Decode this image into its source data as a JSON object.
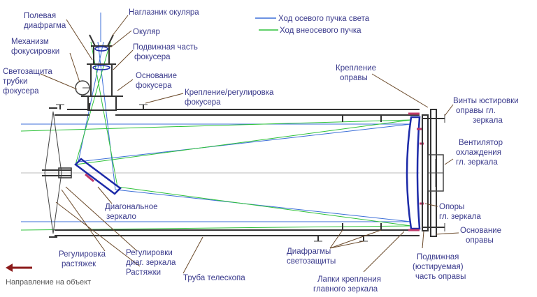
{
  "colors": {
    "axial_ray": "#3c6fd8",
    "offaxis_ray": "#2fc23a",
    "mirror": "#1c2aa8",
    "mirror_back": "#c03a6a",
    "arrow": "#8b1a1a",
    "leader": "#6b4a2a",
    "label": "#3a3a8c"
  },
  "legend": {
    "axial": "Ход осевого пучка света",
    "offaxis": "Ход внеосевого пучка"
  },
  "labels": {
    "field_stop": [
      "Полевая",
      "диафрагма"
    ],
    "eyepiece_eyecup": "Наглазник окуляра",
    "eyepiece": "Окуляр",
    "focuser_moving": [
      "Подвижная часть",
      "фокусера"
    ],
    "focus_mechanism": [
      "Механизм",
      "фокусировки"
    ],
    "focuser_base": [
      "Основание",
      "фокусера"
    ],
    "focuser_tube_baffle": [
      "Светозащита",
      "трубки",
      "фокусера"
    ],
    "focuser_mount": [
      "Крепление/регулировка",
      "фокусера"
    ],
    "cell_mount": [
      "Крепление",
      "оправы"
    ],
    "collimation_screws": [
      "Винты юстировки",
      "оправы гл.",
      "зеркала"
    ],
    "cooling_fan": [
      "Вентилятор",
      "охлаждения",
      "гл. зеркала"
    ],
    "diagonal_mirror": [
      "Диагональное",
      "зеркало"
    ],
    "mirror_supports": [
      "Опоры",
      "гл. зеркала"
    ],
    "cell_base": [
      "Основание",
      "оправы"
    ],
    "spider_adjust": [
      "Регулировка",
      "растяжек"
    ],
    "diagonal_adjust": [
      "Регулировки",
      "диаг. зеркала"
    ],
    "spider_vanes": "Растяжки",
    "baffles": [
      "Диафрагмы",
      "светозащиты"
    ],
    "telescope_tube": "Труба телескопа",
    "mirror_clips": [
      "Лапки крепления",
      "главного зеркала"
    ],
    "movable_cell": [
      "Подвижная",
      "(юстируемая)",
      "часть оправы"
    ]
  },
  "direction_note": "Направление на объект"
}
